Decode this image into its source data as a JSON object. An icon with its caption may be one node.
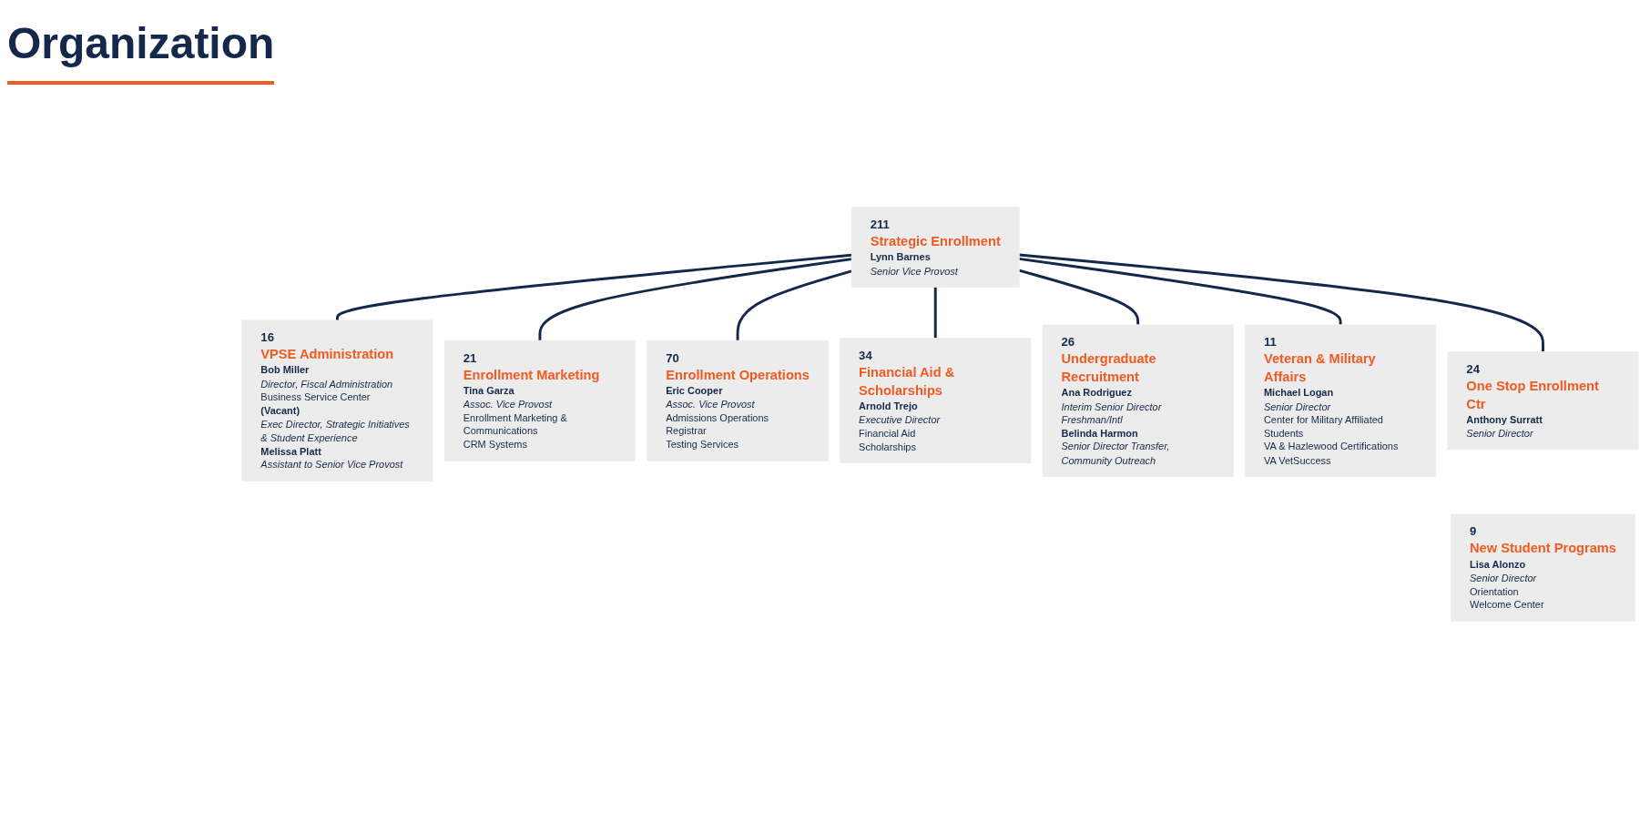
{
  "diagram": {
    "title": "Organization",
    "nodes": [
      {
        "text": [
          "211",
          "Strategic Enrollment",
          "Lynn Barnes",
          "Senior Vice Provost"
        ]
      },
      {
        "text": [
          "16",
          "VPSE Administration",
          "Bob Miller",
          "Director, Fiscal Administration",
          "Business Service Center",
          "(Vacant)",
          "Exec Director, Strategic Initiatives & Student Experience",
          "Melissa Platt",
          "Assistant to Senior Vice Provost"
        ]
      },
      {
        "text": [
          "21",
          "Enrollment Marketing",
          "Tina Garza",
          "Assoc. Vice Provost",
          "Enrollment Marketing & Communications",
          "CRM Systems"
        ]
      },
      {
        "text": [
          "70",
          "Enrollment Operations",
          "Eric Cooper",
          "Assoc. Vice Provost",
          "Admissions Operations",
          "Registrar",
          "Testing Services"
        ]
      },
      {
        "text": [
          "34",
          "Financial Aid & Scholarships",
          "Arnold Trejo",
          "Executive Director",
          "Financial Aid",
          "Scholarships"
        ]
      },
      {
        "text": [
          "26",
          "Undergraduate Recruitment",
          "Ana Rodriguez",
          "Interim Senior Director Freshman/Intl",
          "Belinda Harmon",
          "Senior Director Transfer, Community Outreach"
        ]
      },
      {
        "text": [
          "11",
          "Veteran & Military Affairs",
          "Michael Logan",
          "Senior Director",
          "Center for Military Affiliated Students",
          "VA & Hazlewood Certifications",
          "VA VetSuccess"
        ]
      },
      {
        "text": [
          "24",
          "One Stop Enrollment Ctr",
          "Anthony Surratt",
          "Senior Director"
        ]
      },
      {
        "text": [
          "9",
          "New Student Programs",
          "Lisa Alonzo",
          "Senior Director",
          "Orientation",
          "Welcome Center"
        ]
      }
    ],
    "edges": [
      {
        "from": 0,
        "to": 1,
        "arrow": "none"
      },
      {
        "from": 0,
        "to": 2,
        "arrow": "none"
      },
      {
        "from": 0,
        "to": 3,
        "arrow": "none"
      },
      {
        "from": 0,
        "to": 4,
        "arrow": "none"
      },
      {
        "from": 0,
        "to": 5,
        "arrow": "none"
      },
      {
        "from": 0,
        "to": 6,
        "arrow": "none"
      },
      {
        "from": 0,
        "to": 7,
        "arrow": "none"
      }
    ]
  }
}
